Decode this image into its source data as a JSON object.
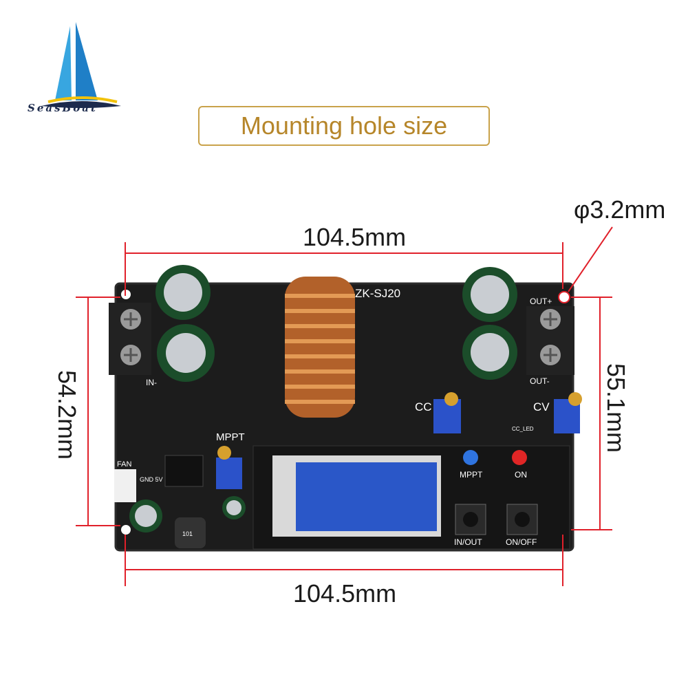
{
  "brand": {
    "name": "SeasBoat"
  },
  "title": "Mounting hole size",
  "dimensions": {
    "top_width": "104.5mm",
    "bottom_width": "104.5mm",
    "left_height": "54.2mm",
    "right_height": "55.1mm",
    "hole_diameter": "φ3.2mm"
  },
  "board": {
    "model": "ZK-SJ20",
    "labels": {
      "in_minus": "IN-",
      "out_minus": "OUT-",
      "out_plus": "OUT+",
      "cc": "CC",
      "cv": "CV",
      "mppt": "MPPT",
      "mppt_led": "MPPT",
      "on_led": "ON",
      "in_out_button": "IN/OUT",
      "on_off_button": "ON/OFF",
      "fan": "FAN",
      "gnd_5v": "GND 5V",
      "cc_led": "CC_LED",
      "inductor_code": "101"
    }
  },
  "colors": {
    "dimension_line": "#e0202a",
    "title_accent": "#c9a24a",
    "pcb": "#1c1c1c",
    "lcd": "#2a57c8"
  }
}
